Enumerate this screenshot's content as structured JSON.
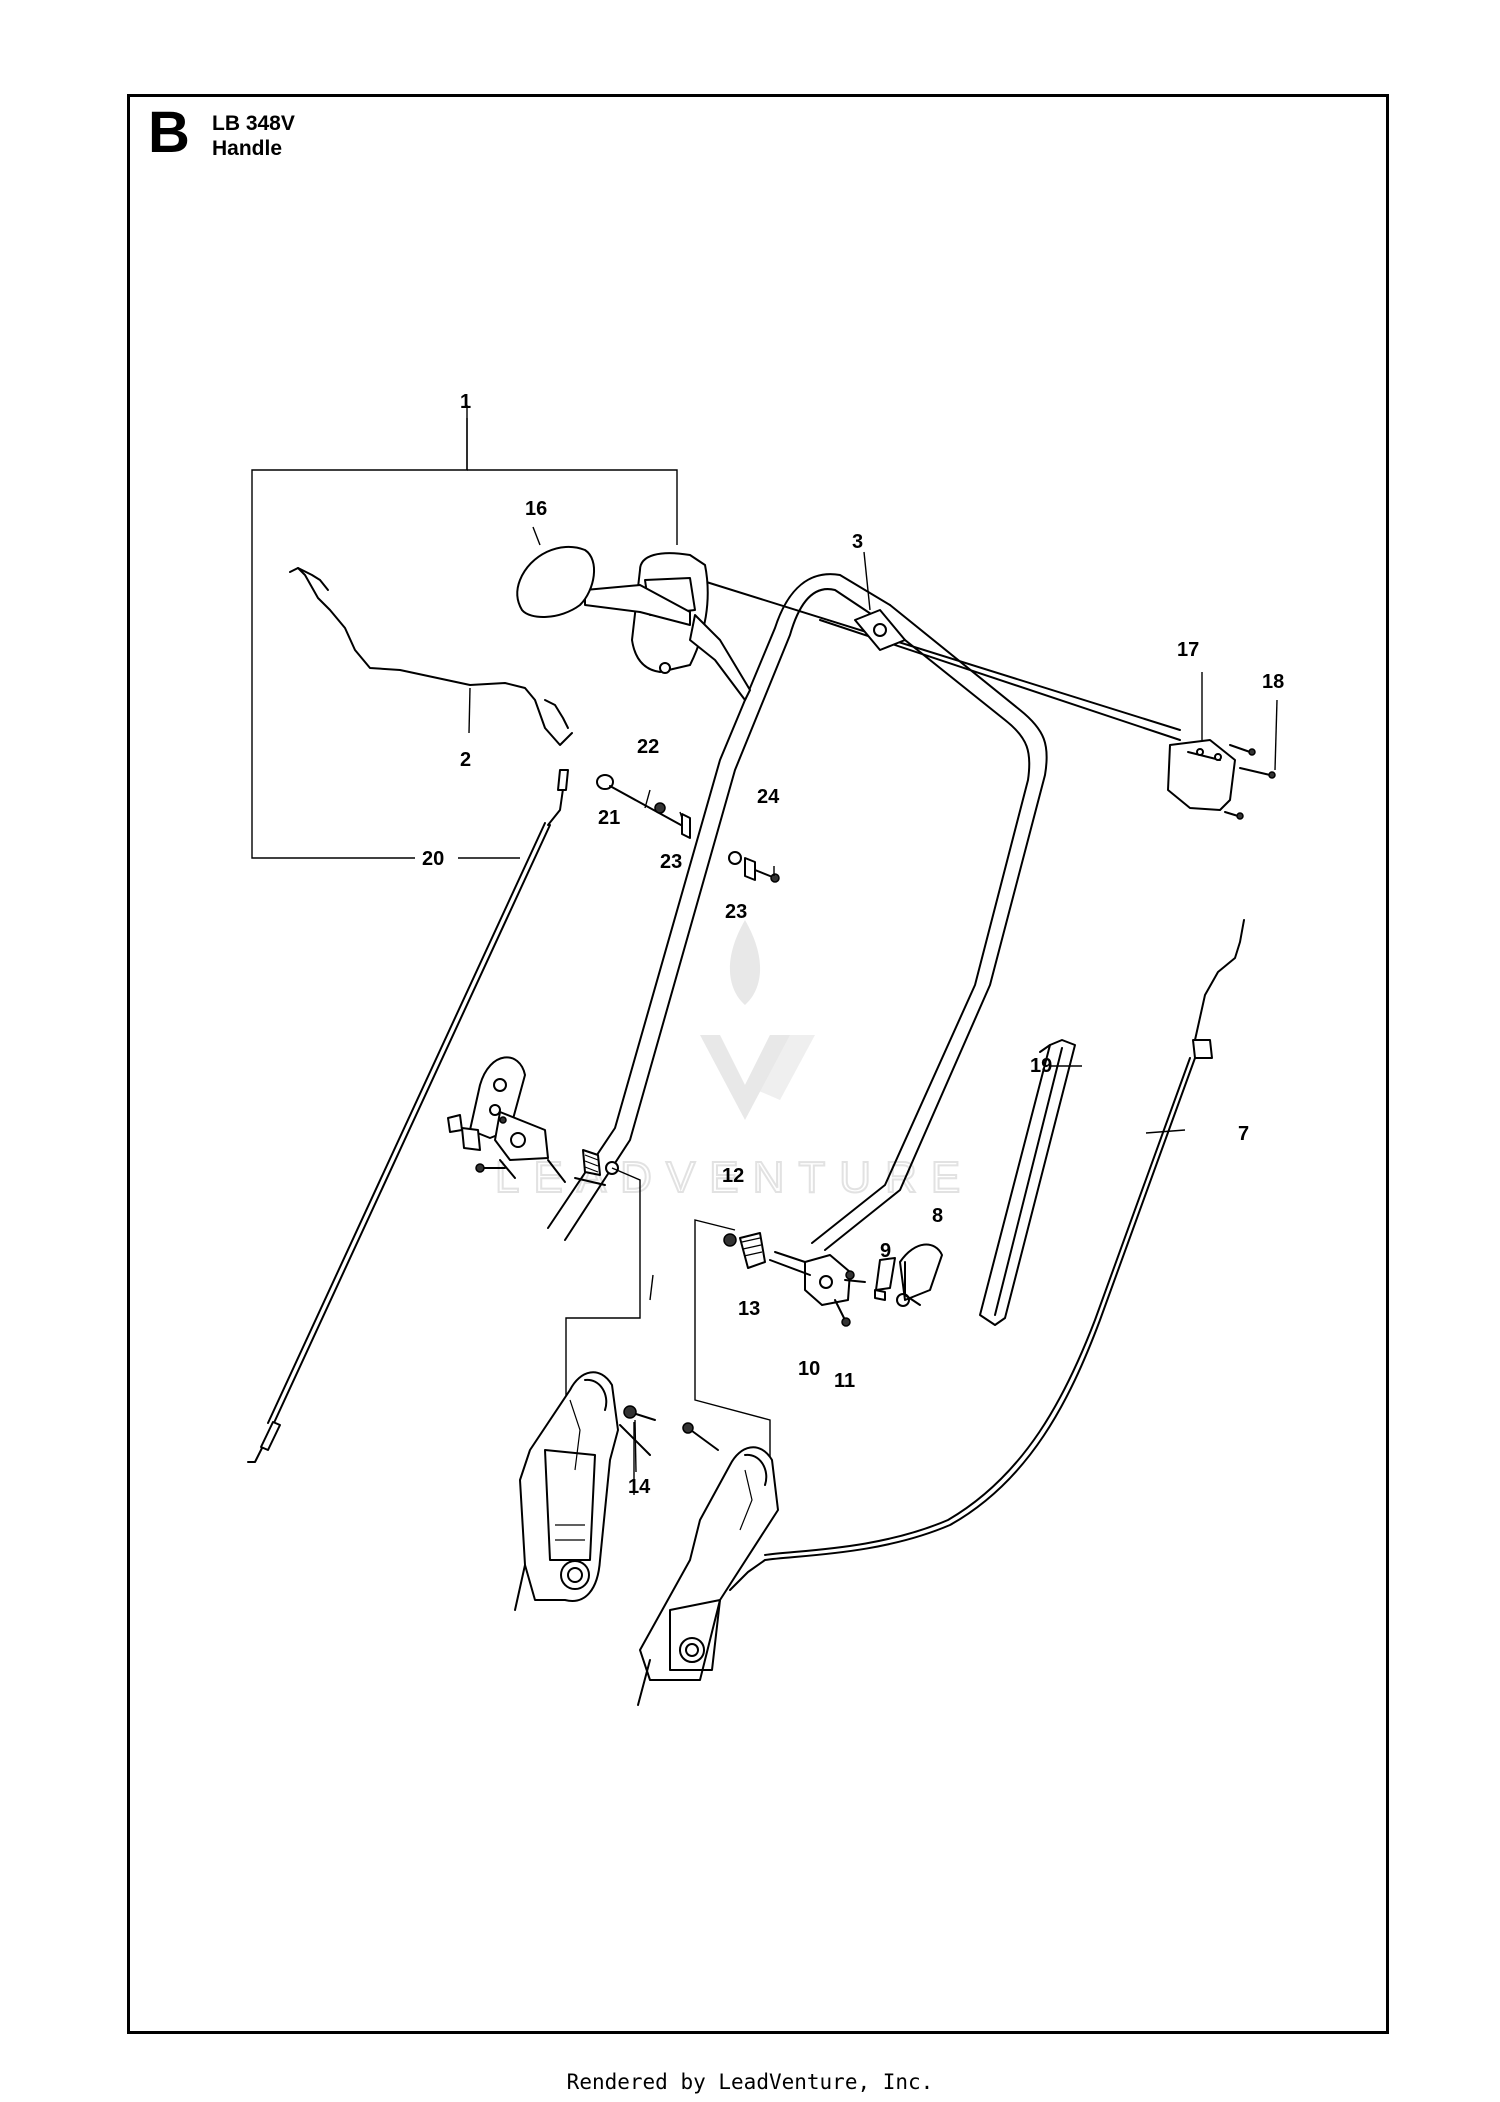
{
  "header": {
    "section_letter": "B",
    "model": "LB 348V",
    "title": "Handle"
  },
  "watermark": {
    "text": "LEADVENTURE"
  },
  "callouts": [
    "1",
    "2",
    "3",
    "7",
    "8",
    "9",
    "10",
    "11",
    "12",
    "13",
    "14",
    "16",
    "17",
    "18",
    "19",
    "20",
    "21",
    "22",
    "23",
    "23",
    "24"
  ],
  "footer": {
    "text": "Rendered by LeadVenture, Inc."
  }
}
